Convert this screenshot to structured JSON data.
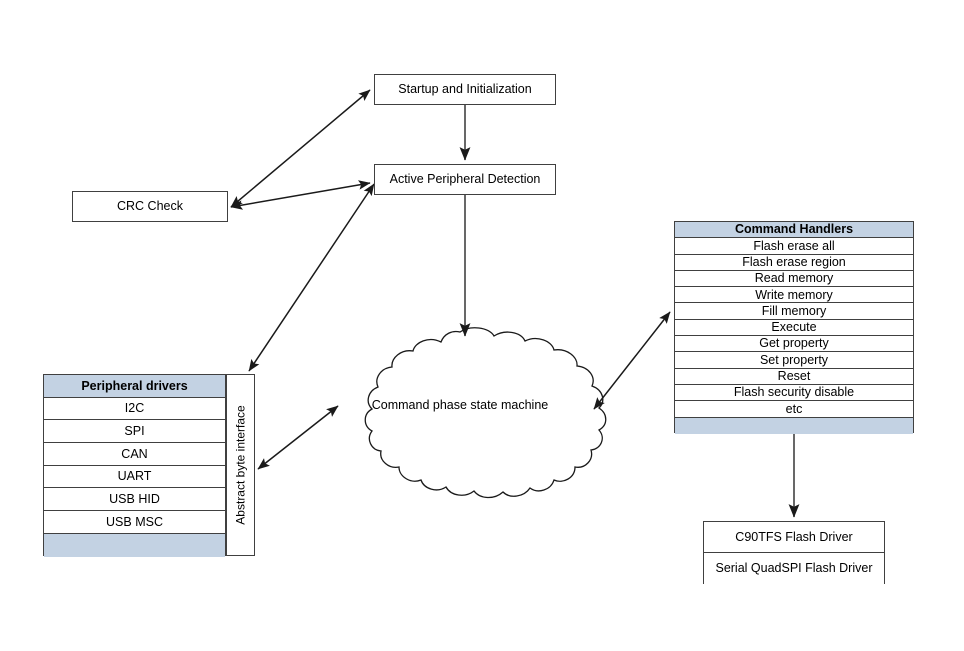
{
  "diagram": {
    "title": "Bootloader architecture block diagram",
    "colors": {
      "header_fill": "#c3d2e3",
      "footer_fill": "#c3d2e3",
      "stroke": "#404040",
      "background": "#ffffff",
      "text": "#000000"
    }
  },
  "nodes": {
    "startup": {
      "label": "Startup and Initialization"
    },
    "active_peripheral_detection": {
      "label": "Active Peripheral Detection"
    },
    "crc_check": {
      "label": "CRC Check"
    },
    "cloud": {
      "label": "Command phase state machine"
    },
    "abstract_byte_interface": {
      "label": "Abstract byte interface"
    }
  },
  "command_handlers": {
    "header": "Command Handlers",
    "items": [
      "Flash erase all",
      "Flash erase region",
      "Read memory",
      "Write memory",
      "Fill memory",
      "Execute",
      "Get property",
      "Set property",
      "Reset",
      "Flash security disable",
      "etc"
    ],
    "footer": ""
  },
  "peripheral_drivers": {
    "header": "Peripheral drivers",
    "items": [
      "I2C",
      "SPI",
      "CAN",
      "UART",
      "USB HID",
      "USB MSC"
    ],
    "footer": ""
  },
  "flash_drivers": {
    "items": [
      "C90TFS Flash Driver",
      "Serial QuadSPI Flash Driver"
    ]
  },
  "connections": [
    {
      "name": "startup-to-active-peripheral-detection",
      "from": "startup",
      "to": "active_peripheral_detection",
      "direction": "one-way"
    },
    {
      "name": "crc-check-to-startup",
      "from": "crc_check",
      "to": "startup",
      "direction": "two-way"
    },
    {
      "name": "crc-check-to-active-peripheral-detection",
      "from": "crc_check",
      "to": "active_peripheral_detection",
      "direction": "two-way"
    },
    {
      "name": "active-peripheral-detection-to-peripheral-drivers",
      "from": "active_peripheral_detection",
      "to": "peripheral_drivers",
      "direction": "two-way"
    },
    {
      "name": "active-peripheral-detection-to-cloud",
      "from": "active_peripheral_detection",
      "to": "cloud",
      "direction": "one-way"
    },
    {
      "name": "abstract-byte-interface-to-cloud",
      "from": "abstract_byte_interface",
      "to": "cloud",
      "direction": "two-way"
    },
    {
      "name": "cloud-to-command-handlers",
      "from": "cloud",
      "to": "command_handlers",
      "direction": "two-way"
    },
    {
      "name": "command-handlers-to-flash-drivers",
      "from": "command_handlers",
      "to": "flash_drivers",
      "direction": "one-way"
    }
  ]
}
